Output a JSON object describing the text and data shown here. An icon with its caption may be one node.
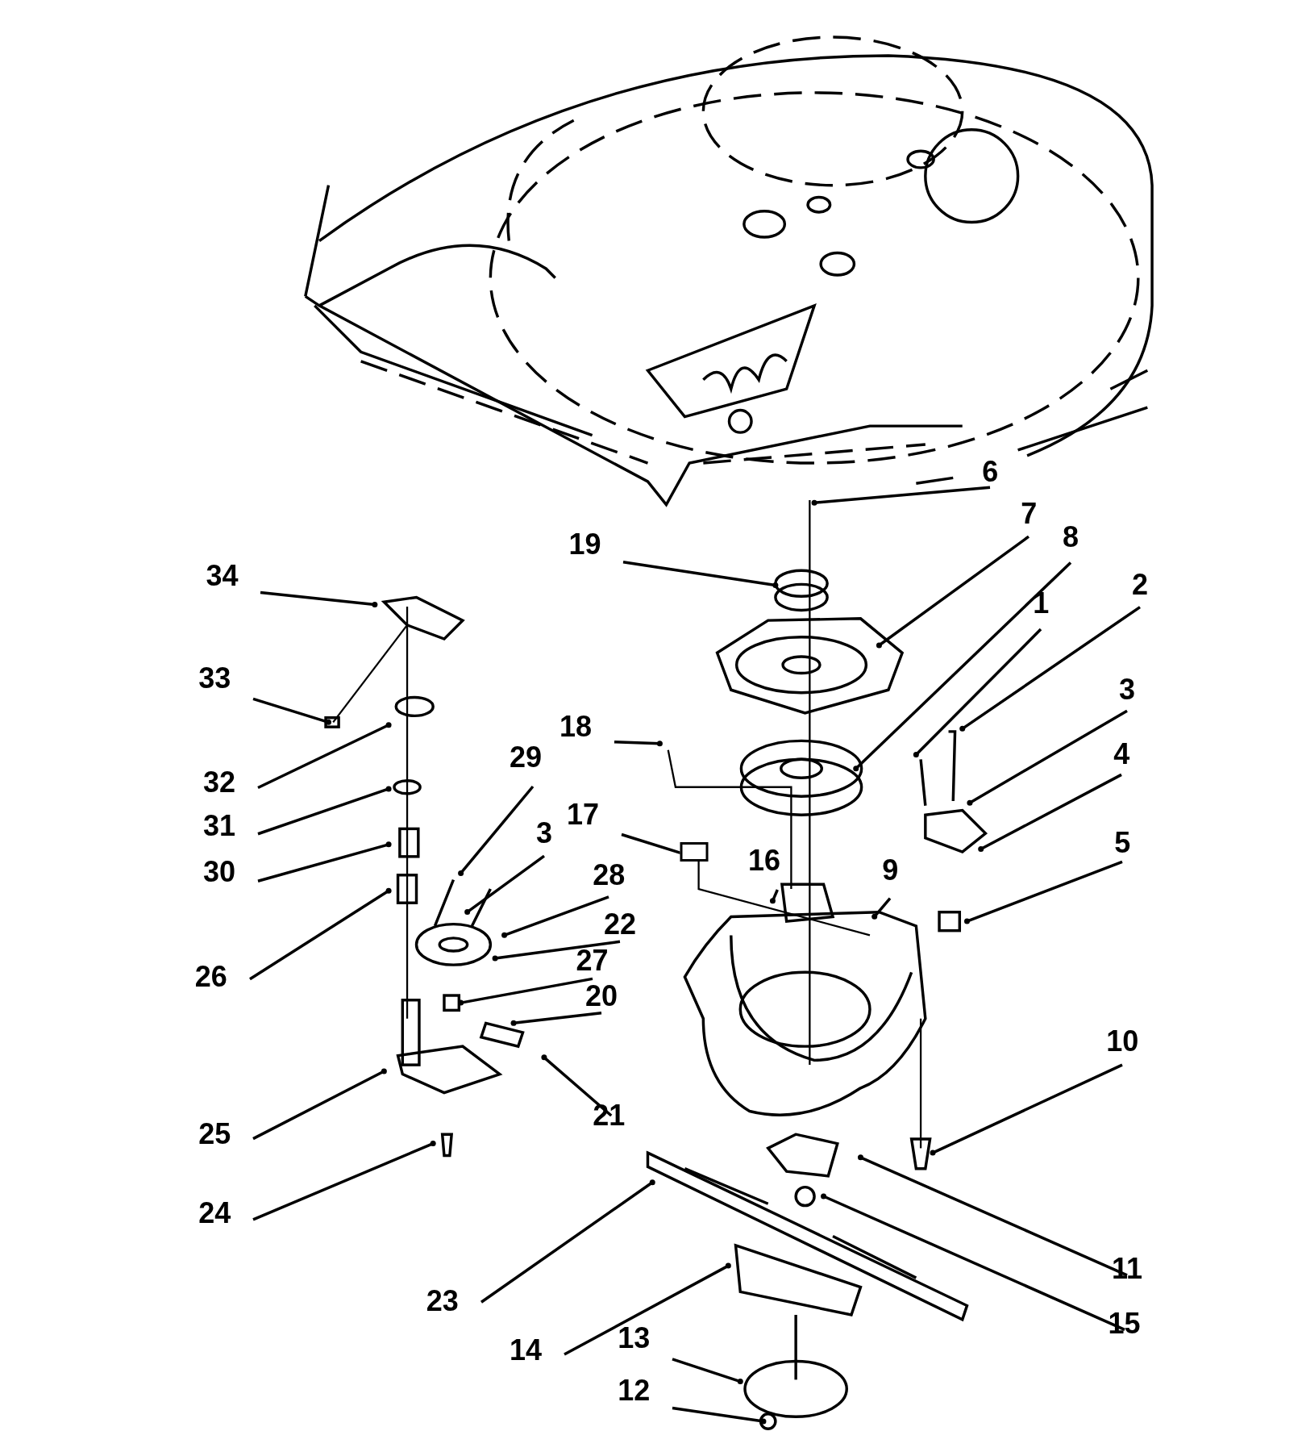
{
  "diagram": {
    "nodes": [
      {
        "text": [
          "6"
        ]
      },
      {
        "text": [
          "7"
        ]
      },
      {
        "text": [
          "8"
        ]
      },
      {
        "text": [
          "19"
        ]
      },
      {
        "text": [
          "34"
        ]
      },
      {
        "text": [
          "2"
        ]
      },
      {
        "text": [
          "1"
        ]
      },
      {
        "text": [
          "33"
        ]
      },
      {
        "text": [
          "3"
        ]
      },
      {
        "text": [
          "18"
        ]
      },
      {
        "text": [
          "4"
        ]
      },
      {
        "text": [
          "29"
        ]
      },
      {
        "text": [
          "32"
        ]
      },
      {
        "text": [
          "17"
        ]
      },
      {
        "text": [
          "31"
        ]
      },
      {
        "text": [
          "3"
        ]
      },
      {
        "text": [
          "5"
        ]
      },
      {
        "text": [
          "16"
        ]
      },
      {
        "text": [
          "9"
        ]
      },
      {
        "text": [
          "30"
        ]
      },
      {
        "text": [
          "28"
        ]
      },
      {
        "text": [
          "22"
        ]
      },
      {
        "text": [
          "27"
        ]
      },
      {
        "text": [
          "26"
        ]
      },
      {
        "text": [
          "20"
        ]
      },
      {
        "text": [
          "10"
        ]
      },
      {
        "text": [
          "21"
        ]
      },
      {
        "text": [
          "25"
        ]
      },
      {
        "text": [
          "24"
        ]
      },
      {
        "text": [
          "11"
        ]
      },
      {
        "text": [
          "23"
        ]
      },
      {
        "text": [
          "15"
        ]
      },
      {
        "text": [
          "13"
        ]
      },
      {
        "text": [
          "14"
        ]
      },
      {
        "text": [
          "12"
        ]
      },
      {
        "text": [],
        "shape": "box"
      }
    ],
    "edges": [
      {
        "from": 0,
        "to": null,
        "arrow": "other"
      },
      {
        "from": 1,
        "to": null,
        "arrow": "other"
      },
      {
        "from": 2,
        "to": null,
        "arrow": "other"
      },
      {
        "from": 3,
        "to": null,
        "arrow": "other"
      },
      {
        "from": 4,
        "to": null,
        "arrow": "other"
      },
      {
        "from": 5,
        "to": null,
        "arrow": "other"
      },
      {
        "from": 6,
        "to": null,
        "arrow": "other"
      },
      {
        "from": 7,
        "to": null,
        "arrow": "other"
      },
      {
        "from": 8,
        "to": null,
        "arrow": "other"
      },
      {
        "from": 9,
        "to": null,
        "arrow": "other"
      },
      {
        "from": 10,
        "to": null,
        "arrow": "other"
      },
      {
        "from": 11,
        "to": null,
        "arrow": "other"
      },
      {
        "from": 12,
        "to": null,
        "arrow": "other"
      },
      {
        "from": 13,
        "to": 35,
        "arrow": "other"
      },
      {
        "from": 14,
        "to": null,
        "arrow": "other"
      },
      {
        "from": 15,
        "to": null,
        "arrow": "other"
      },
      {
        "from": 16,
        "to": null,
        "arrow": "other"
      },
      {
        "from": 17,
        "to": null,
        "arrow": "other"
      },
      {
        "from": 18,
        "to": null,
        "arrow": "other"
      },
      {
        "from": 19,
        "to": null,
        "arrow": "other"
      },
      {
        "from": 20,
        "to": null,
        "arrow": "other"
      },
      {
        "from": 21,
        "to": null,
        "arrow": "other"
      },
      {
        "from": 22,
        "to": null,
        "arrow": "other"
      },
      {
        "from": 23,
        "to": null,
        "arrow": "other"
      },
      {
        "from": 24,
        "to": null,
        "arrow": "other"
      },
      {
        "from": 25,
        "to": null,
        "arrow": "other"
      },
      {
        "from": 26,
        "to": null,
        "arrow": "other"
      },
      {
        "from": 27,
        "to": null,
        "arrow": "other"
      },
      {
        "from": 28,
        "to": null,
        "arrow": "other"
      },
      {
        "from": 29,
        "to": null,
        "arrow": "other"
      },
      {
        "from": 30,
        "to": null,
        "arrow": "other"
      },
      {
        "from": 31,
        "to": null,
        "arrow": "other"
      },
      {
        "from": 32,
        "to": null,
        "arrow": "other"
      },
      {
        "from": 33,
        "to": null,
        "arrow": "other"
      },
      {
        "from": 34,
        "to": null,
        "arrow": "other"
      }
    ]
  }
}
